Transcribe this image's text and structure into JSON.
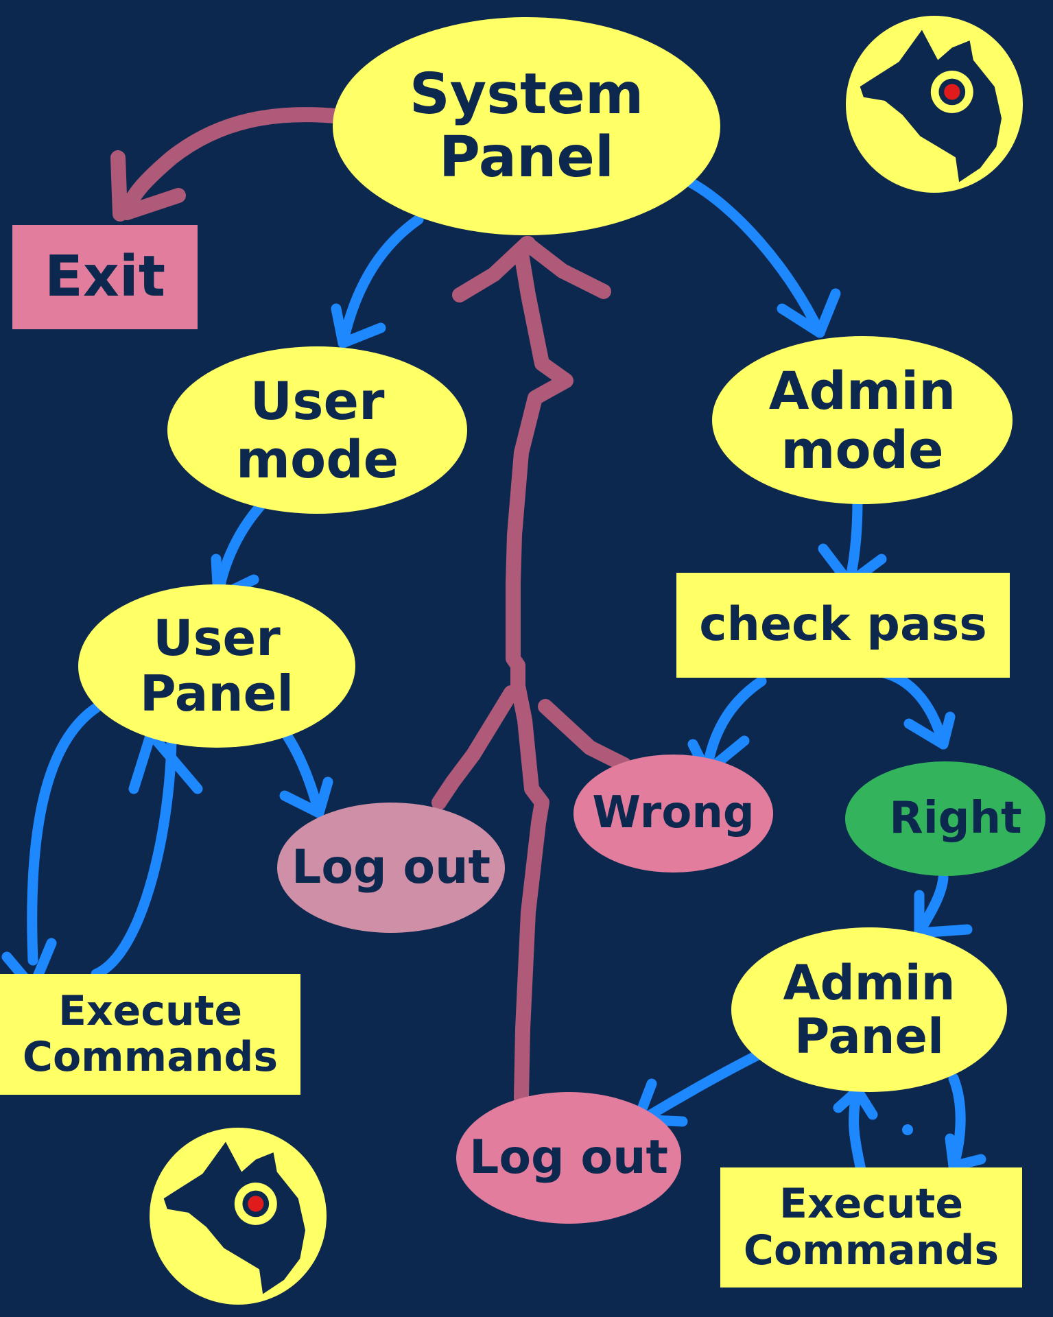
{
  "nodes": {
    "system_panel": {
      "line1": "System",
      "line2": "Panel"
    },
    "exit": {
      "label": "Exit"
    },
    "user_mode": {
      "line1": "User",
      "line2": "mode"
    },
    "admin_mode": {
      "line1": "Admin",
      "line2": "mode"
    },
    "user_panel": {
      "line1": "User",
      "line2": "Panel"
    },
    "check_pass": {
      "label": "check pass"
    },
    "log_out_user": {
      "label": "Log out"
    },
    "wrong": {
      "label": "Wrong"
    },
    "right": {
      "label": "Right"
    },
    "execute_user": {
      "line1": "Execute",
      "line2": "Commands"
    },
    "admin_panel": {
      "line1": "Admin",
      "line2": "Panel"
    },
    "log_out_admin": {
      "label": "Log out"
    },
    "execute_admin": {
      "line1": "Execute",
      "line2": "Commands"
    }
  },
  "colors": {
    "background": "#0d284f",
    "node_yellow": "#ffff66",
    "node_pink": "#e27d9d",
    "node_pink_light": "#cf8fa6",
    "node_green": "#33b35c",
    "text": "#0d284f",
    "arrow_blue": "#1e88ff",
    "arrow_maroon": "#ae5a78"
  },
  "icons": {
    "logo_top_right": "wolf-logo-icon",
    "logo_bottom_left": "wolf-logo-icon"
  }
}
